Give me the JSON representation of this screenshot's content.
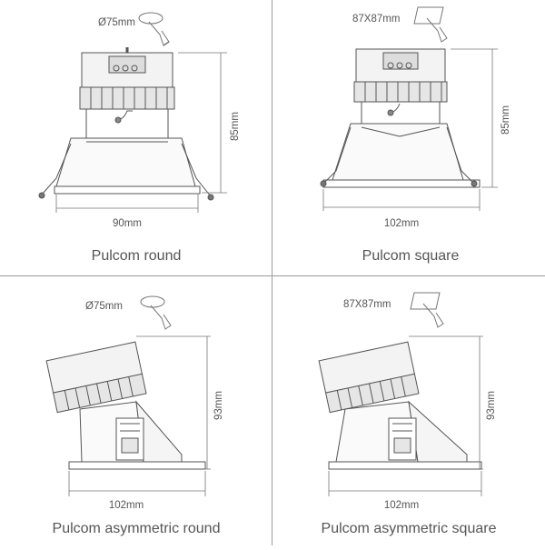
{
  "panels": [
    {
      "caption": "Pulcom round",
      "cutout": "Ø75mm",
      "cutout_icon": "round-cutout-icon",
      "width_dim": "90mm",
      "height_dim": "85mm",
      "trim": "round",
      "tilted": false
    },
    {
      "caption": "Pulcom square",
      "cutout": "87X87mm",
      "cutout_icon": "square-cutout-icon",
      "width_dim": "102mm",
      "height_dim": "85mm",
      "trim": "square",
      "tilted": false
    },
    {
      "caption": "Pulcom asymmetric round",
      "cutout": "Ø75mm",
      "cutout_icon": "round-cutout-icon",
      "width_dim": "102mm",
      "height_dim": "93mm",
      "trim": "round",
      "tilted": true
    },
    {
      "caption": "Pulcom asymmetric square",
      "cutout": "87X87mm",
      "cutout_icon": "square-cutout-icon",
      "width_dim": "102mm",
      "height_dim": "93mm",
      "trim": "square",
      "tilted": true
    }
  ]
}
